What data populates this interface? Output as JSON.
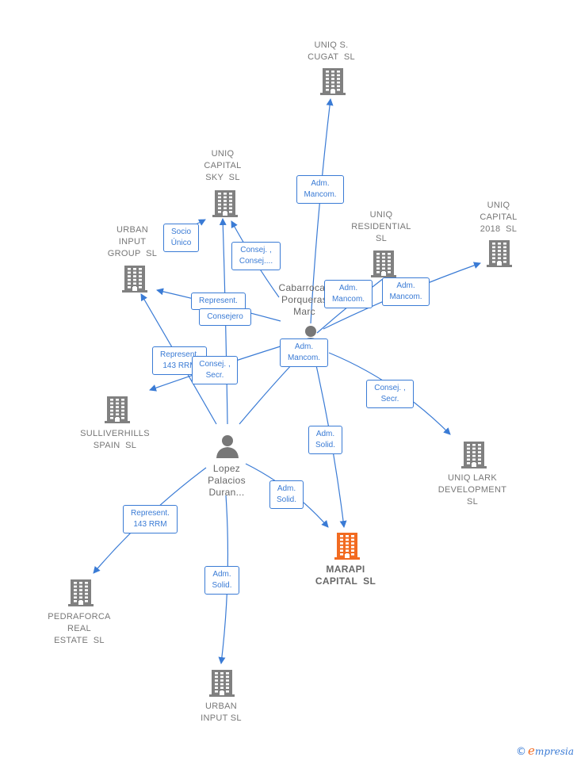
{
  "colors": {
    "edge": "#3a7bd5",
    "building": "#808080",
    "focus": "#f26b21",
    "person": "#777777"
  },
  "nodes": {
    "uniq_cugat": {
      "label": "UNIQ S.\nCUGAT  SL",
      "type": "company"
    },
    "uniq_sky": {
      "label": "UNIQ\nCAPITAL\nSKY  SL",
      "type": "company"
    },
    "urban_group": {
      "label": "URBAN\nINPUT\nGROUP  SL",
      "type": "company"
    },
    "uniq_resid": {
      "label": "UNIQ\nRESIDENTIAL\nSL",
      "type": "company"
    },
    "uniq_2018": {
      "label": "UNIQ\nCAPITAL\n2018  SL",
      "type": "company"
    },
    "sulliver": {
      "label": "SULLIVERHILLS\nSPAIN  SL",
      "type": "company"
    },
    "uniq_lark": {
      "label": "UNIQ LARK\nDEVELOPMENT\nSL",
      "type": "company"
    },
    "marapi": {
      "label": "MARAPI\nCAPITAL  SL",
      "type": "focus"
    },
    "pedraforca": {
      "label": "PEDRAFORCA\nREAL\nESTATE  SL",
      "type": "company"
    },
    "urban_input": {
      "label": "URBAN\nINPUT SL",
      "type": "company"
    },
    "cabarrocas": {
      "label": "Cabarrocas\nPorqueras\nMarc",
      "type": "person"
    },
    "lopez": {
      "label": "Lopez\nPalacios\nDuran...",
      "type": "person"
    }
  },
  "edge_labels": {
    "adm_cugat": "Adm.\nMancom.",
    "socio_unico": "Socio\nÚnico",
    "consej_sky": "Consej. ,\nConsej....",
    "represent_group": "Represent.",
    "consejero": "Consejero",
    "adm_resid": "Adm.\nMancom.",
    "adm_2018": "Adm.\nMancom.",
    "represent_sulliver": "Represent.\n143 RRM",
    "consej_secr_center": "Consej. ,\nSecr.",
    "adm_center": "Adm.\nMancom.",
    "consej_secr_lark": "Consej. ,\nSecr.",
    "adm_solid_marapi1": "Adm.\nSolid.",
    "adm_solid_marapi2": "Adm.\nSolid.",
    "represent_pedra": "Represent.\n143 RRM",
    "adm_solid_urban": "Adm.\nSolid."
  },
  "footer": {
    "copyright": "©",
    "brand_initial": "e",
    "brand_rest": "mpresia"
  }
}
